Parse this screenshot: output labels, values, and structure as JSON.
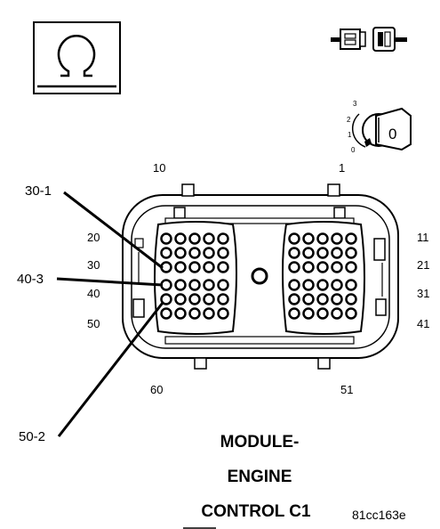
{
  "icons": {
    "ohm_meter": "ohm-meter-icon",
    "connector_disconnect": "disconnect-connector-icon",
    "ignition_key": "ignition-key-icon"
  },
  "key_switch": {
    "positions": [
      "3",
      "2",
      "1",
      "0"
    ],
    "key_label": "0"
  },
  "connector": {
    "pin_labels_top": [
      "10",
      "1"
    ],
    "pin_labels_left": [
      "20",
      "30",
      "40",
      "50"
    ],
    "pin_labels_right": [
      "11",
      "21",
      "31",
      "41"
    ],
    "pin_labels_bottom": [
      "60",
      "51"
    ]
  },
  "callouts": [
    "30-1",
    "40-3",
    "50-2"
  ],
  "title_lines": [
    "MODULE-",
    "ENGINE",
    "CONTROL C1"
  ],
  "figure_code": "81cc163e"
}
